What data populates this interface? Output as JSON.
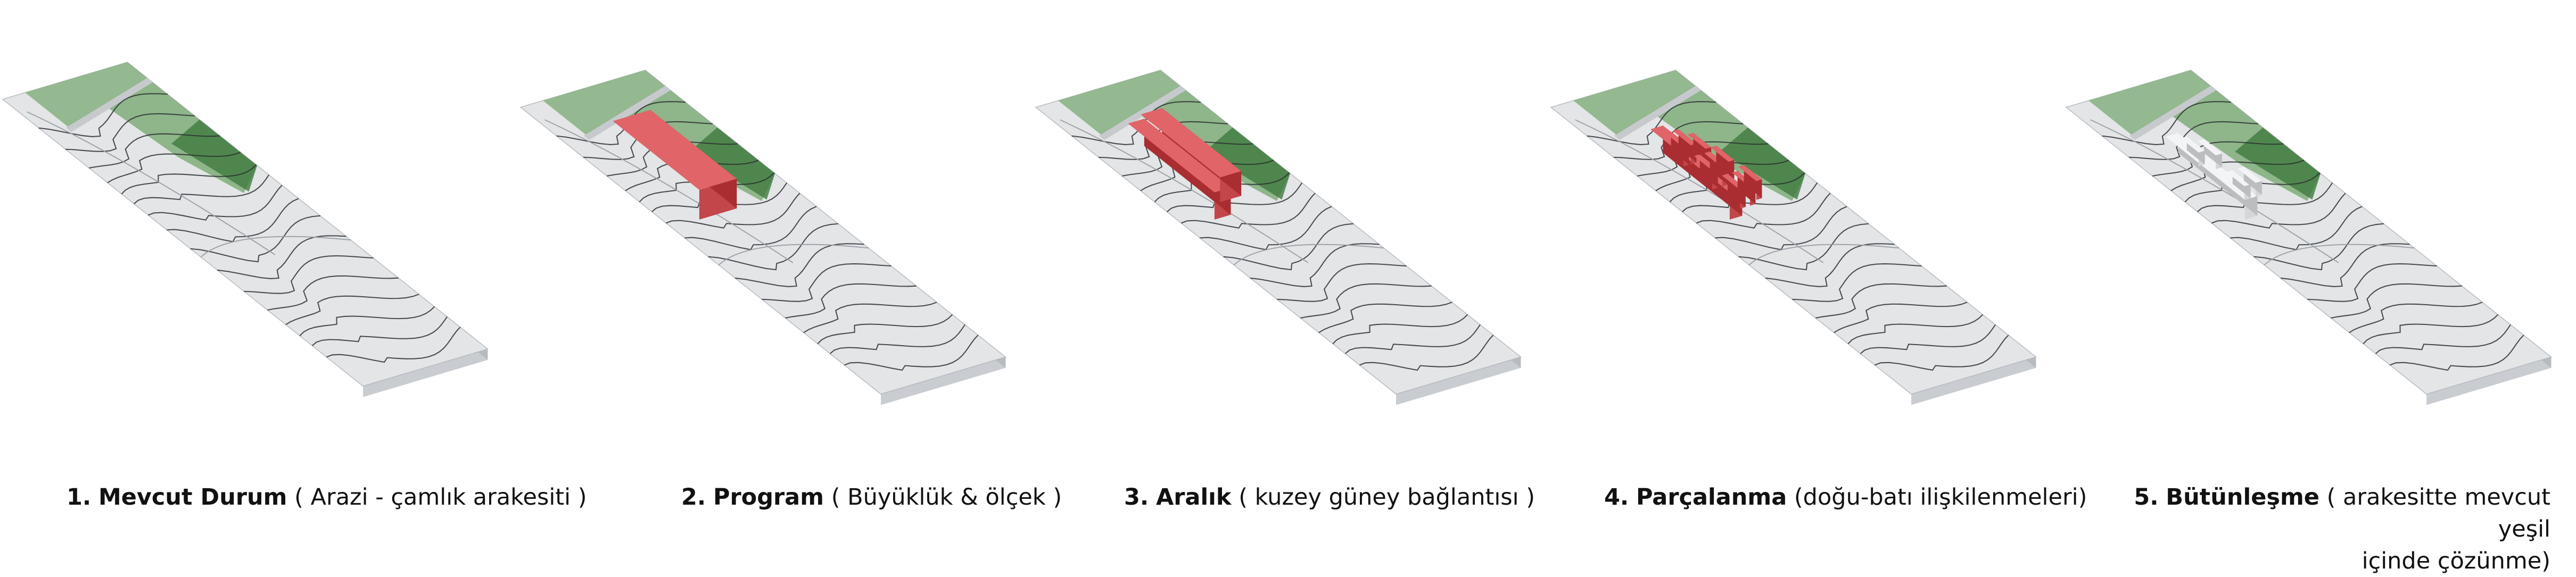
{
  "colors": {
    "terrain": "#e3e5e7",
    "terrain_edge": "#c9ccd0",
    "forest": "#8fb58a",
    "forest_dark": "#3f7a3d",
    "contour": "#2b2f33",
    "mass_red": "#e06468",
    "mass_white": "#f3f4f6"
  },
  "panels": [
    {
      "number": "1.",
      "title": "Mevcut Durum",
      "subtitle": "( Arazi - çamlık arakesiti )",
      "state": "existing"
    },
    {
      "number": "2.",
      "title": "Program",
      "subtitle": "( Büyüklük & ölçek )",
      "state": "program"
    },
    {
      "number": "3.",
      "title": "Aralık",
      "subtitle": " ( kuzey güney bağlantısı )",
      "state": "gap"
    },
    {
      "number": "4.",
      "title": "Parçalanma",
      "subtitle": "(doğu-batı ilişkilenmeleri)",
      "state": "fragment"
    },
    {
      "number": "5.",
      "title": "Bütünleşme",
      "subtitle": "( arakesitte mevcut yeşil",
      "subtitle_line2": "içinde çözünme)",
      "state": "integrate"
    }
  ]
}
